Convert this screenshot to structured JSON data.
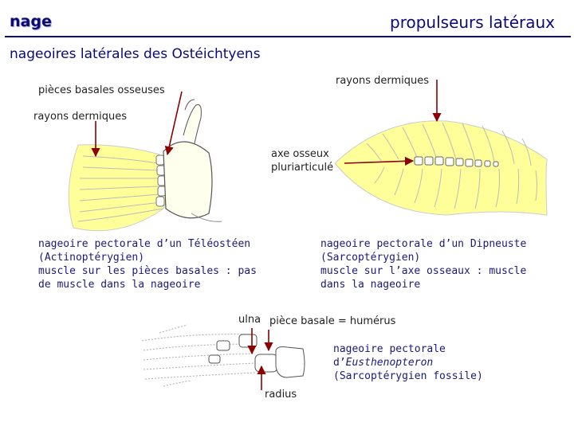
{
  "header": {
    "title": "nage",
    "right_title": "propulseurs latéraux",
    "subtitle": "nageoires latérales des Ostéichtyens"
  },
  "colors": {
    "accent": "#0a0a7a",
    "fin_fill": "#ffff99",
    "arrow": "#8b0000"
  },
  "labels": {
    "pieces_basales": "pièces basales osseuses",
    "rayons_dermiques_top": "rayons dermiques",
    "rayons_dermiques_left": "rayons dermiques",
    "axe_osseux_line1": "axe osseux",
    "axe_osseux_line2": "pluriarticulé",
    "ulna": "ulna",
    "piece_basale": "pièce basale = humérus",
    "radius": "radius"
  },
  "captions": {
    "teleosteen": {
      "line1": "nageoire pectorale d’un Téléostéen",
      "line2": "(Actinoptérygien)",
      "line3": "muscle sur les pièces basales : pas",
      "line4": "de muscle dans la nageoire"
    },
    "dipneuste": {
      "line1": "nageoire pectorale d’un Dipneuste",
      "line2": "(Sarcoptérygien)",
      "line3": "muscle sur l’axe osseaux : muscle",
      "line4": "dans la nageoire"
    },
    "eusthenopteron": {
      "line1": "nageoire pectorale",
      "line2_prefix": "d’",
      "line2_italic": "Eusthenopteron",
      "line3": "(Sarcoptérygien fossile)"
    }
  }
}
